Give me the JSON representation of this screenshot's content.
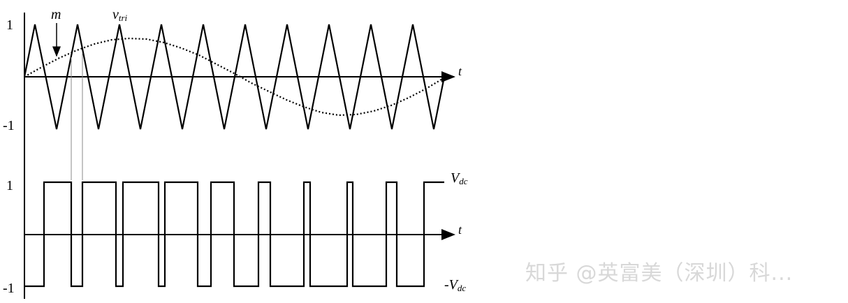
{
  "figure": {
    "top_panel": {
      "y_tick_pos": "1",
      "y_tick_neg": "-1",
      "x_label": "t",
      "modulating_label": "m",
      "carrier_label_base": "v",
      "carrier_label_sub": "tri"
    },
    "bottom_panel": {
      "y_tick_pos": "1",
      "y_tick_neg": "-1",
      "x_label": "t",
      "level_high_base": "V",
      "level_high_sub": "dc",
      "level_low_prefix": "-",
      "level_low_base": "V",
      "level_low_sub": "dc"
    }
  },
  "watermark": "知乎 @英富美（深圳）科..."
}
